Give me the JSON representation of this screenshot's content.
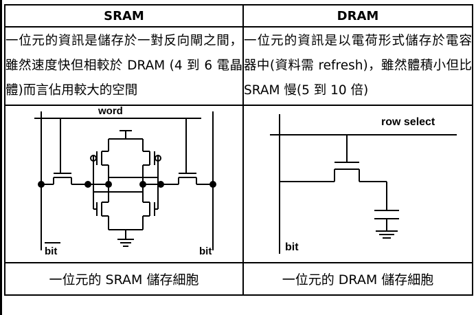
{
  "table": {
    "headers": [
      "SRAM",
      "DRAM"
    ],
    "descriptions": [
      "一位元的資訊是儲存於一對反向閘之間，雖然速度快但相較於 DRAM (4 到 6 電晶體)而言佔用較大的空間",
      "一位元的資訊是以電荷形式儲存於電容器中(資料需 refresh)，雖然體積小但比 SRAM 慢(5 到 10 倍)"
    ],
    "captions": [
      "一位元的 SRAM 儲存細胞",
      "一位元的 DRAM 儲存細胞"
    ]
  },
  "sram_diagram": {
    "word_label": "word",
    "bit_bar_label": "bit",
    "bit_label": "bit"
  },
  "dram_diagram": {
    "row_select_label": "row select",
    "bit_label": "bit"
  }
}
